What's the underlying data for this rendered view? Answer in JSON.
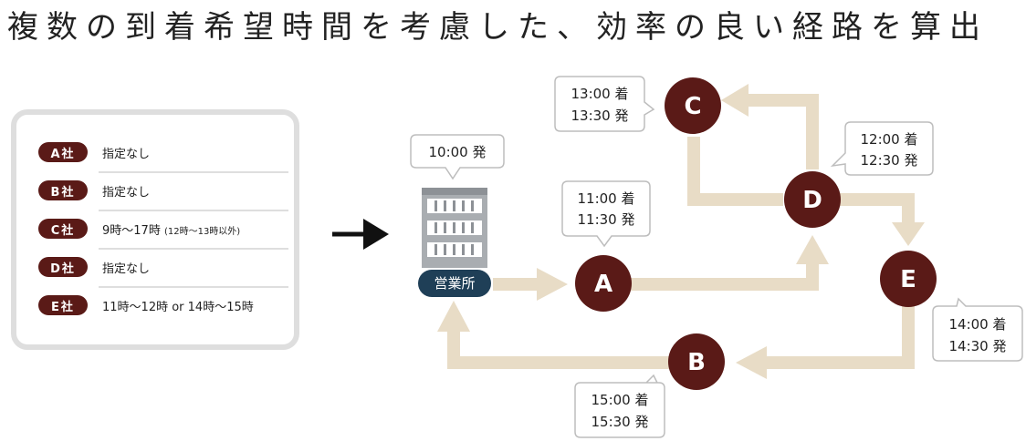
{
  "title": "複数の到着希望時間を考慮した、効率の良い経路を算出",
  "conditions": [
    {
      "company": "A社",
      "time": "指定なし",
      "note": ""
    },
    {
      "company": "B社",
      "time": "指定なし",
      "note": ""
    },
    {
      "company": "C社",
      "time": "9時〜17時 ",
      "note": "(12時〜13時以外)"
    },
    {
      "company": "D社",
      "time": "指定なし",
      "note": ""
    },
    {
      "company": "E社",
      "time": "11時〜12時 or 14時〜15時",
      "note": ""
    }
  ],
  "office": {
    "label": "営業所",
    "depart": "10:00 発"
  },
  "nodes": {
    "A": {
      "label": "A",
      "arrive": "11:00 着",
      "depart": "11:30 発"
    },
    "C": {
      "label": "C",
      "arrive": "13:00 着",
      "depart": "13:30 発"
    },
    "D": {
      "label": "D",
      "arrive": "12:00 着",
      "depart": "12:30 発"
    },
    "E": {
      "label": "E",
      "arrive": "14:00 着",
      "depart": "14:30 発"
    },
    "B": {
      "label": "B",
      "arrive": "15:00 着",
      "depart": "15:30 発"
    }
  },
  "colors": {
    "node": "#5a1a17",
    "route": "#e8dcc6",
    "office_label": "#1f3f57",
    "panel_border": "#dedede"
  }
}
